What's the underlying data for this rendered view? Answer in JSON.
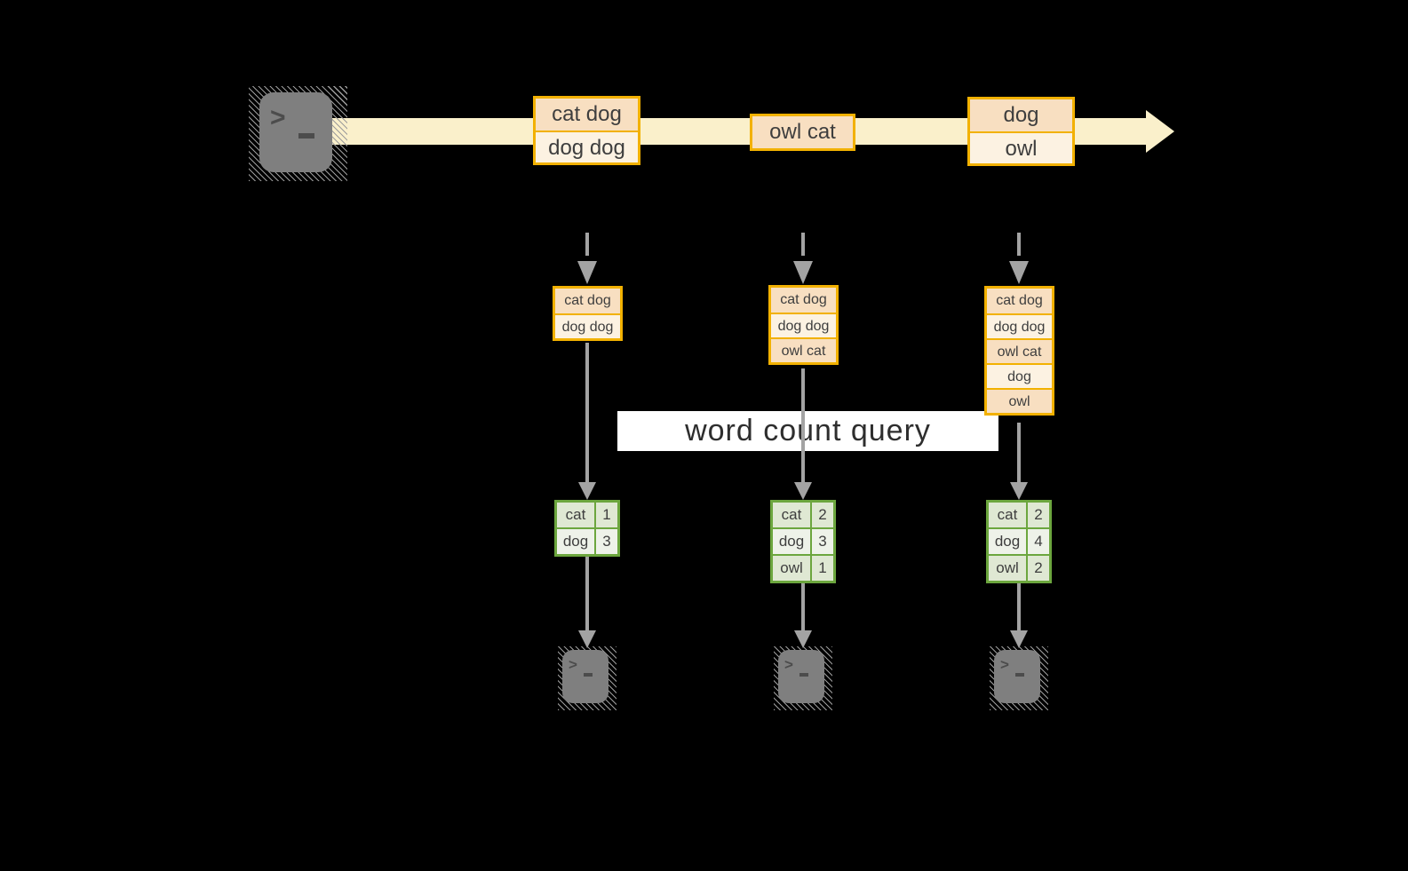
{
  "query": {
    "label": "word count query"
  },
  "stream": {
    "source_icon": "terminal-icon",
    "batches": [
      {
        "rows": [
          "cat dog",
          "dog dog"
        ]
      },
      {
        "rows": [
          "owl cat"
        ]
      },
      {
        "rows": [
          "dog",
          "owl"
        ]
      }
    ]
  },
  "columns": [
    {
      "buffer": [
        "cat dog",
        "dog dog"
      ],
      "table": [
        [
          "cat",
          "1"
        ],
        [
          "dog",
          "3"
        ]
      ],
      "sink_icon": "terminal-icon"
    },
    {
      "buffer": [
        "cat dog",
        "dog dog",
        "owl cat"
      ],
      "table": [
        [
          "cat",
          "2"
        ],
        [
          "dog",
          "3"
        ],
        [
          "owl",
          "1"
        ]
      ],
      "sink_icon": "terminal-icon"
    },
    {
      "buffer": [
        "cat dog",
        "dog dog",
        "owl cat",
        "dog",
        "owl"
      ],
      "table": [
        [
          "cat",
          "2"
        ],
        [
          "dog",
          "4"
        ],
        [
          "owl",
          "2"
        ]
      ],
      "sink_icon": "terminal-icon"
    }
  ],
  "icons": {
    "terminal_glyph": ">_"
  },
  "colors": {
    "background": "#000000",
    "stream_band": "#faf0cb",
    "record_border": "#f2b100",
    "record_fill_dark": "#f8dfc1",
    "record_fill_light": "#fcf2e2",
    "table_border": "#6ca63e",
    "table_fill_dark": "#dfe8d3",
    "table_fill_light": "#eef2e9",
    "arrow_gray": "#a3a3a3",
    "terminal_gray": "#7f7f7f",
    "query_label_bg": "#ffffff",
    "text": "#3e3e3e"
  }
}
